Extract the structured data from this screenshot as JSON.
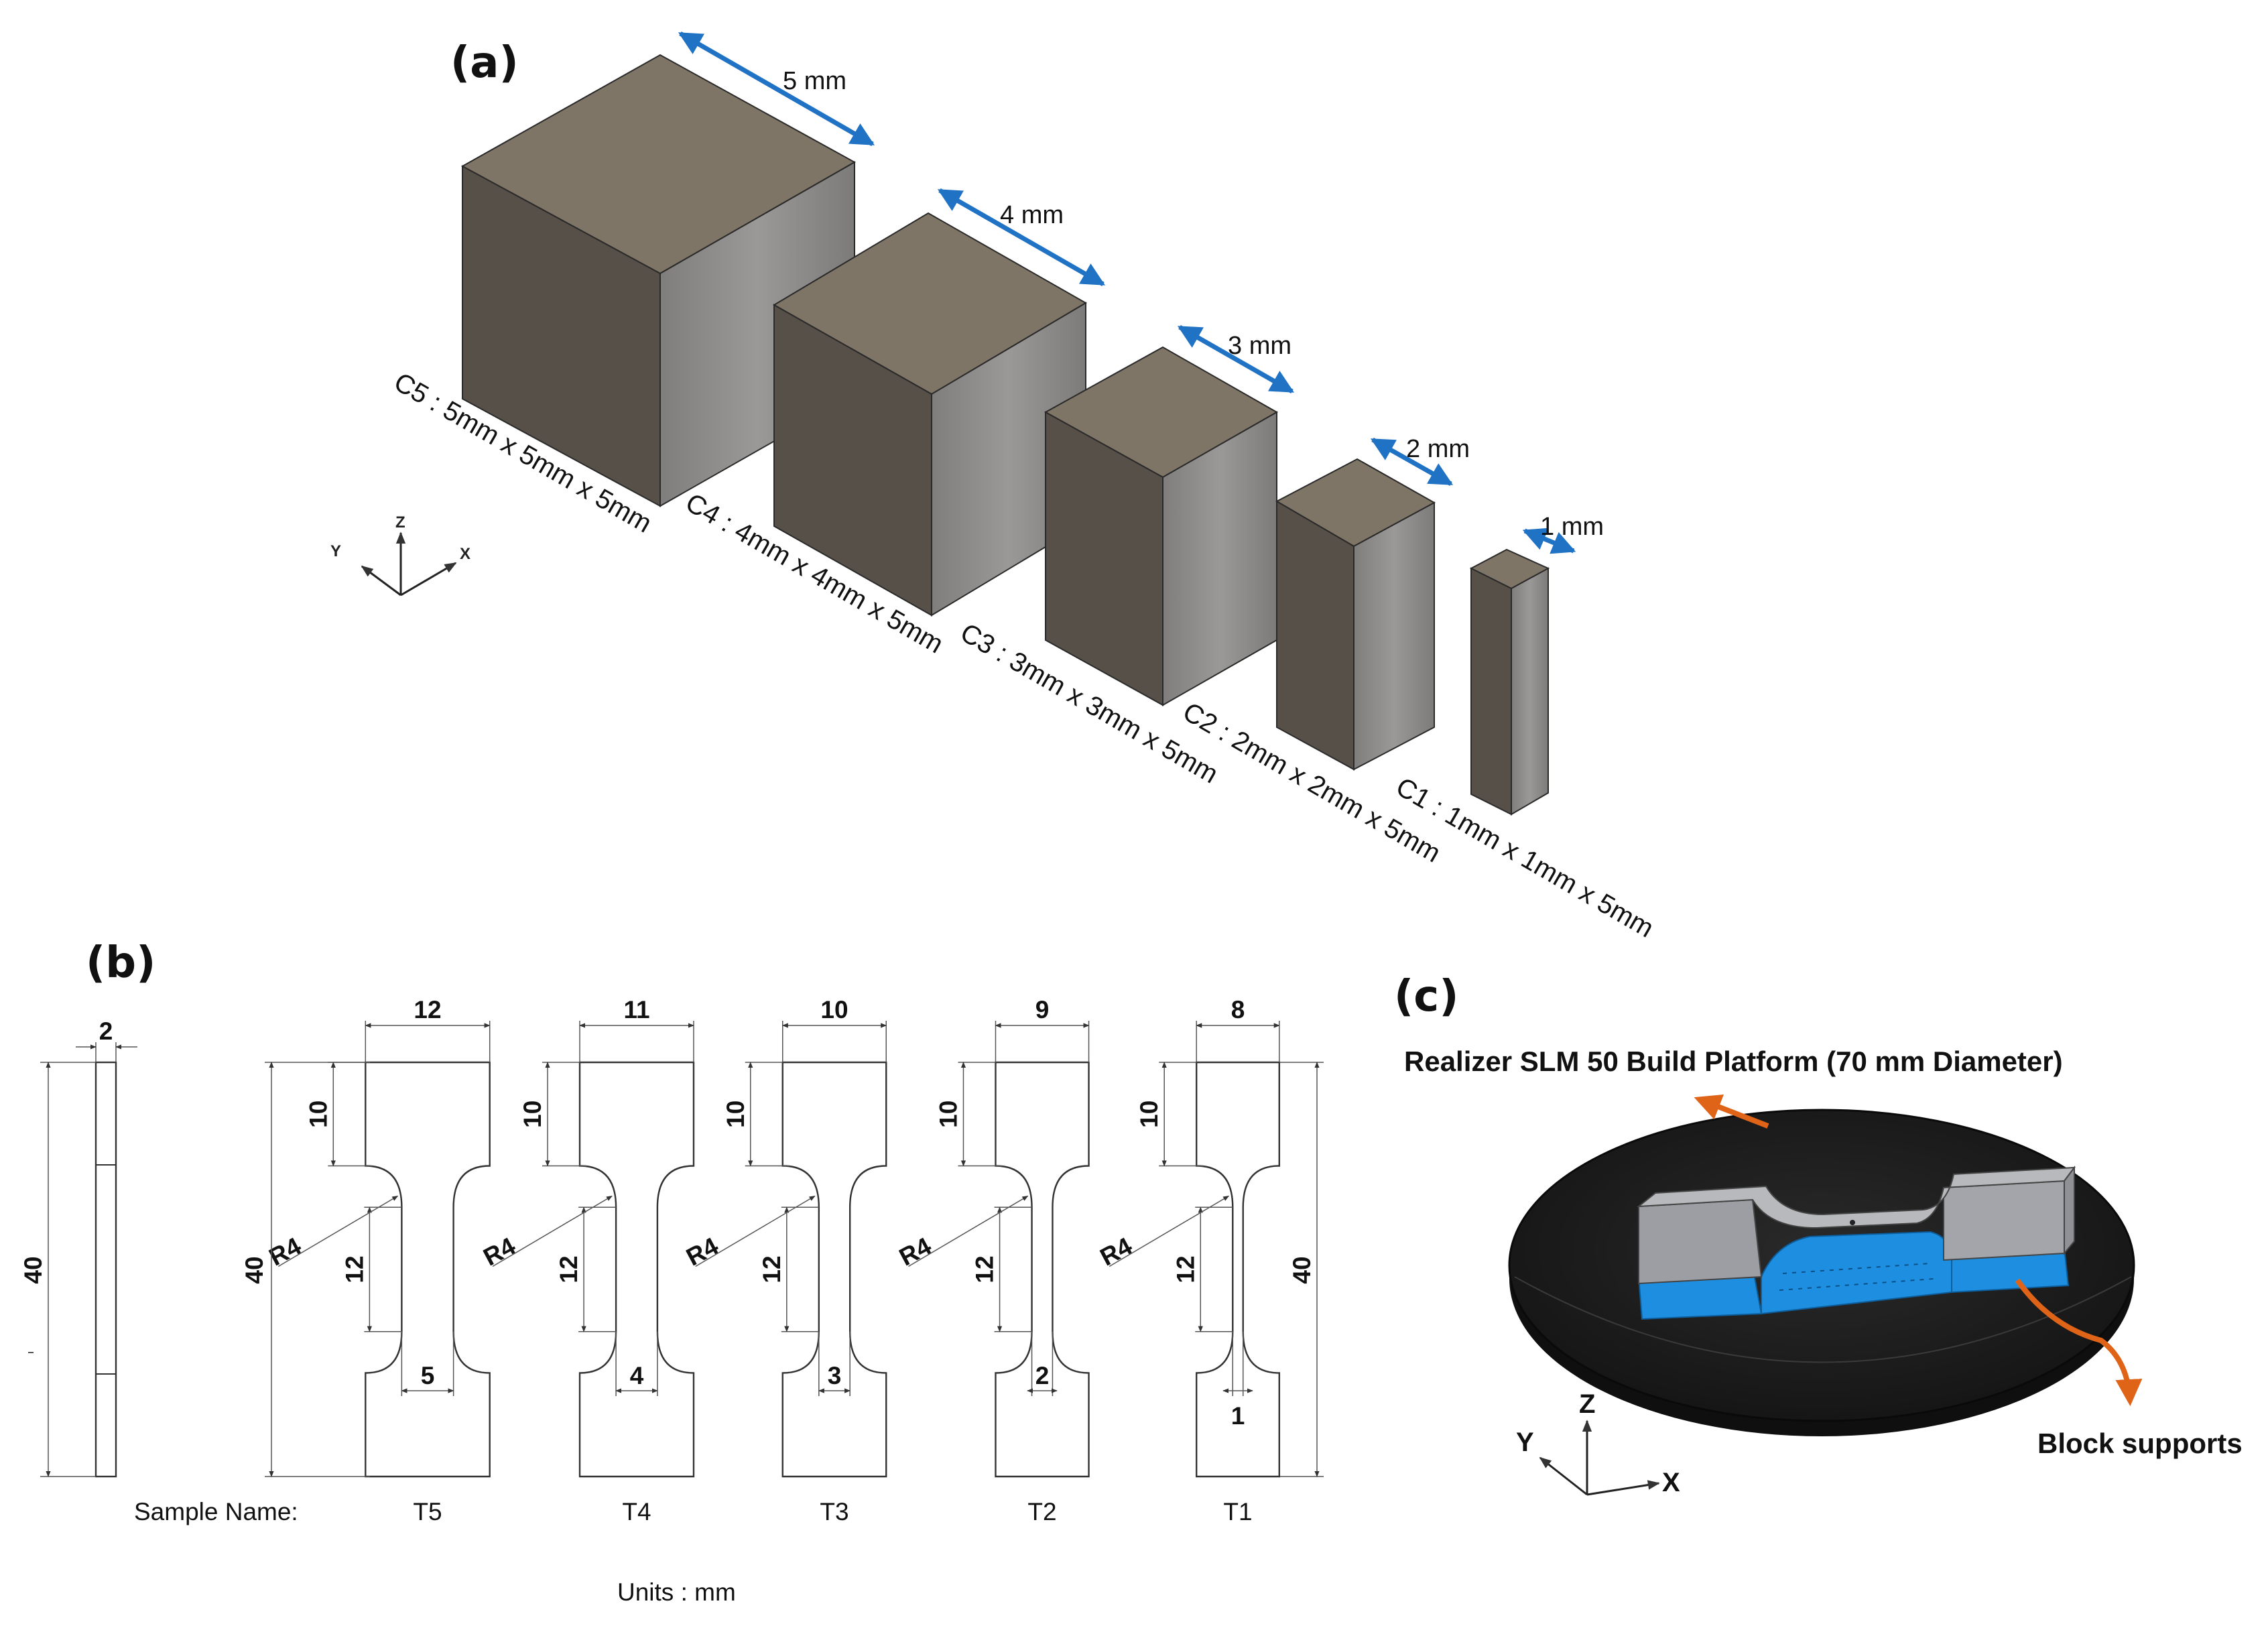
{
  "panels": {
    "a": "(a)",
    "b": "(b)",
    "c": "(c)"
  },
  "colors": {
    "cube_top": "#7e7566",
    "cube_front": "#575048",
    "cube_side": "#8a8886",
    "dimension_arrow": "#1f72c4",
    "platform": "#1b1b1b",
    "specimen_grey": "#9c9ea3",
    "support_blue": "#1e8fe0",
    "annotation_arrow": "#e06418"
  },
  "panel_a": {
    "cubes": [
      {
        "id": "C5",
        "size_label": "5 mm",
        "name": "C5 : 5mm x 5mm x 5mm"
      },
      {
        "id": "C4",
        "size_label": "4 mm",
        "name": "C4 : 4mm x 4mm x 5mm"
      },
      {
        "id": "C3",
        "size_label": "3 mm",
        "name": "C3 : 3mm x 3mm x 5mm"
      },
      {
        "id": "C2",
        "size_label": "2 mm",
        "name": "C2 : 2mm x 2mm x 5mm"
      },
      {
        "id": "C1",
        "size_label": "1 mm",
        "name": "C1 : 1mm x 1mm x 5mm"
      }
    ],
    "axes": {
      "x": "X",
      "y": "Y",
      "z": "Z"
    }
  },
  "panel_b": {
    "side_view": {
      "thickness": "2",
      "length": "40"
    },
    "specimens": [
      {
        "name": "T5",
        "grip_width": "12",
        "gauge_width": "5",
        "grip_length": "10",
        "gauge_length": "12",
        "radius": "R4"
      },
      {
        "name": "T4",
        "grip_width": "11",
        "gauge_width": "4",
        "grip_length": "10",
        "gauge_length": "12",
        "radius": "R4"
      },
      {
        "name": "T3",
        "grip_width": "10",
        "gauge_width": "3",
        "grip_length": "10",
        "gauge_length": "12",
        "radius": "R4"
      },
      {
        "name": "T2",
        "grip_width": "9",
        "gauge_width": "2",
        "grip_length": "10",
        "gauge_length": "12",
        "radius": "R4"
      },
      {
        "name": "T1",
        "grip_width": "8",
        "gauge_width": "1",
        "grip_length": "10",
        "gauge_length": "12",
        "radius": "R4"
      }
    ],
    "total_length_left": "40",
    "total_length_right": "40",
    "sample_name_label": "Sample Name:",
    "units_label": "Units : mm"
  },
  "panel_c": {
    "platform_label": "Realizer SLM 50 Build Platform (70 mm Diameter)",
    "supports_label": "Block supports",
    "axes": {
      "x": "X",
      "y": "Y",
      "z": "Z"
    }
  }
}
